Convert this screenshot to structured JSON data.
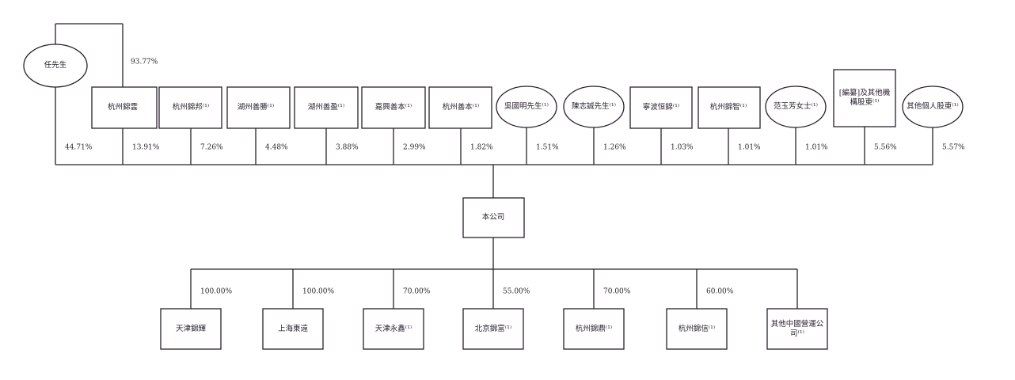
{
  "controller": {
    "name": "任先生",
    "pct_to_group": "93.77%"
  },
  "shareholders": [
    {
      "name": "任先生",
      "pct": "44.71%",
      "shape": "ellipse"
    },
    {
      "name": "杭州錦雲",
      "pct": "13.91%",
      "shape": "box"
    },
    {
      "name": "杭州錦邦⁽¹⁾",
      "pct": "7.26%",
      "shape": "box"
    },
    {
      "name": "湖州善勝⁽¹⁾",
      "pct": "4.48%",
      "shape": "box"
    },
    {
      "name": "湖州善盈⁽¹⁾",
      "pct": "3.88%",
      "shape": "box"
    },
    {
      "name": "嘉興善本⁽¹⁾",
      "pct": "2.99%",
      "shape": "box"
    },
    {
      "name": "杭州善本⁽¹⁾",
      "pct": "1.82%",
      "shape": "box"
    },
    {
      "name": "吳國明先生⁽¹⁾",
      "pct": "1.51%",
      "shape": "ellipse"
    },
    {
      "name": "陳志誠先生⁽¹⁾",
      "pct": "1.26%",
      "shape": "ellipse"
    },
    {
      "name": "寧波恒錦⁽¹⁾",
      "pct": "1.03%",
      "shape": "box"
    },
    {
      "name": "杭州錦智⁽¹⁾",
      "pct": "1.01%",
      "shape": "box"
    },
    {
      "name": "范玉芳女士⁽¹⁾",
      "pct": "1.01%",
      "shape": "ellipse"
    },
    {
      "name": "[編纂]及其他機構股東⁽¹⁾",
      "pct": "5.56%",
      "shape": "box"
    },
    {
      "name": "其他個人股東⁽¹⁾",
      "pct": "5.57%",
      "shape": "ellipse"
    }
  ],
  "company": {
    "name": "本公司"
  },
  "subsidiaries": [
    {
      "name": "天津錦輝",
      "pct": "100.00%"
    },
    {
      "name": "上海東遠",
      "pct": "100.00%"
    },
    {
      "name": "天津永鑫⁽¹⁾",
      "pct": "70.00%"
    },
    {
      "name": "北京錦富⁽¹⁾",
      "pct": "55.00%"
    },
    {
      "name": "杭州錦鼎⁽¹⁾",
      "pct": "70.00%"
    },
    {
      "name": "杭州錦信⁽¹⁾",
      "pct": "60.00%"
    },
    {
      "name": "其他中國營運公司⁽¹⁾",
      "pct": ""
    }
  ]
}
